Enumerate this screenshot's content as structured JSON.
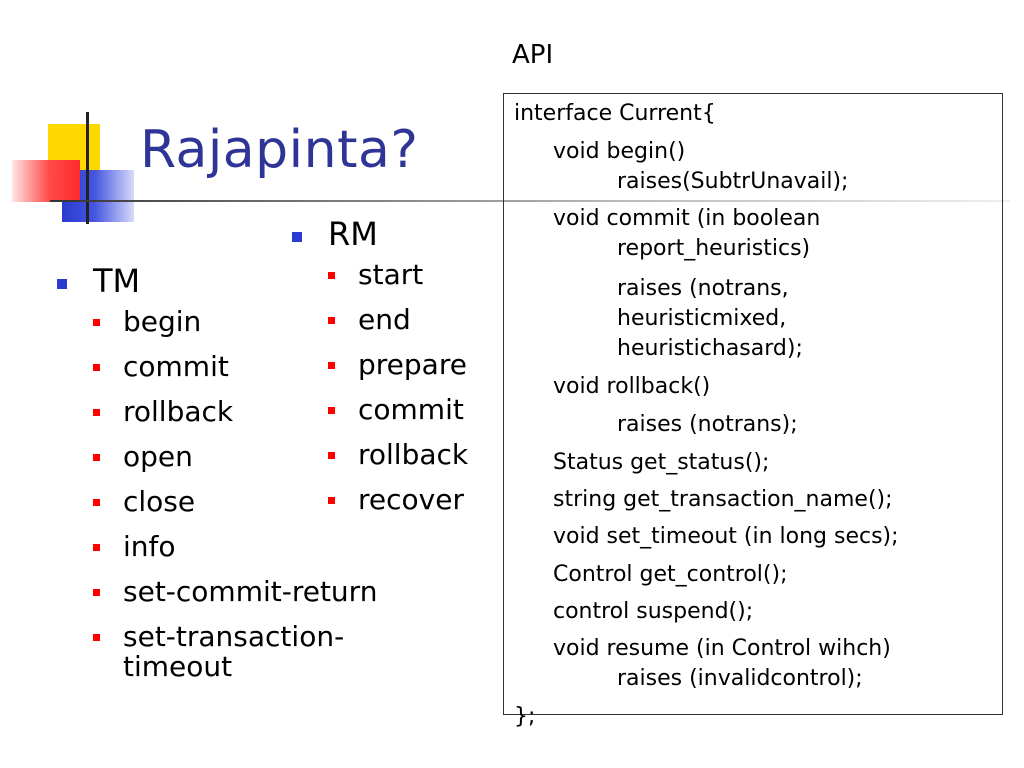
{
  "slide": {
    "title": "Rajapinta?",
    "api_label": "API"
  },
  "tm": {
    "heading": "TM",
    "items": [
      "begin",
      "commit",
      "rollback",
      "open",
      "close",
      "info",
      "set-commit-return",
      "set-transaction-timeout"
    ]
  },
  "rm": {
    "heading": "RM",
    "items": [
      "start",
      "end",
      "prepare",
      "commit",
      "rollback",
      "recover"
    ]
  },
  "api": {
    "lines": [
      "interface Current{",
      "void begin()",
      "raises(SubtrUnavail);",
      "void commit (in boolean",
      "report_heuristics)",
      "raises (notrans,",
      "heuristicmixed,",
      "heuristichasard);",
      "void rollback()",
      "raises (notrans);",
      "Status get_status();",
      "string get_transaction_name();",
      "void set_timeout (in long secs);",
      "Control get_control();",
      "control suspend();",
      "void resume (in Control wihch)",
      "raises (invalidcontrol);",
      "};"
    ]
  },
  "colors": {
    "title": "#2f3596",
    "level1_bullet": "#2b3bd0",
    "level2_bullet": "#ff0000",
    "accent_yellow": "#ffd800",
    "accent_blue": "#2b3bd0",
    "accent_red": "#ff2a2a"
  }
}
